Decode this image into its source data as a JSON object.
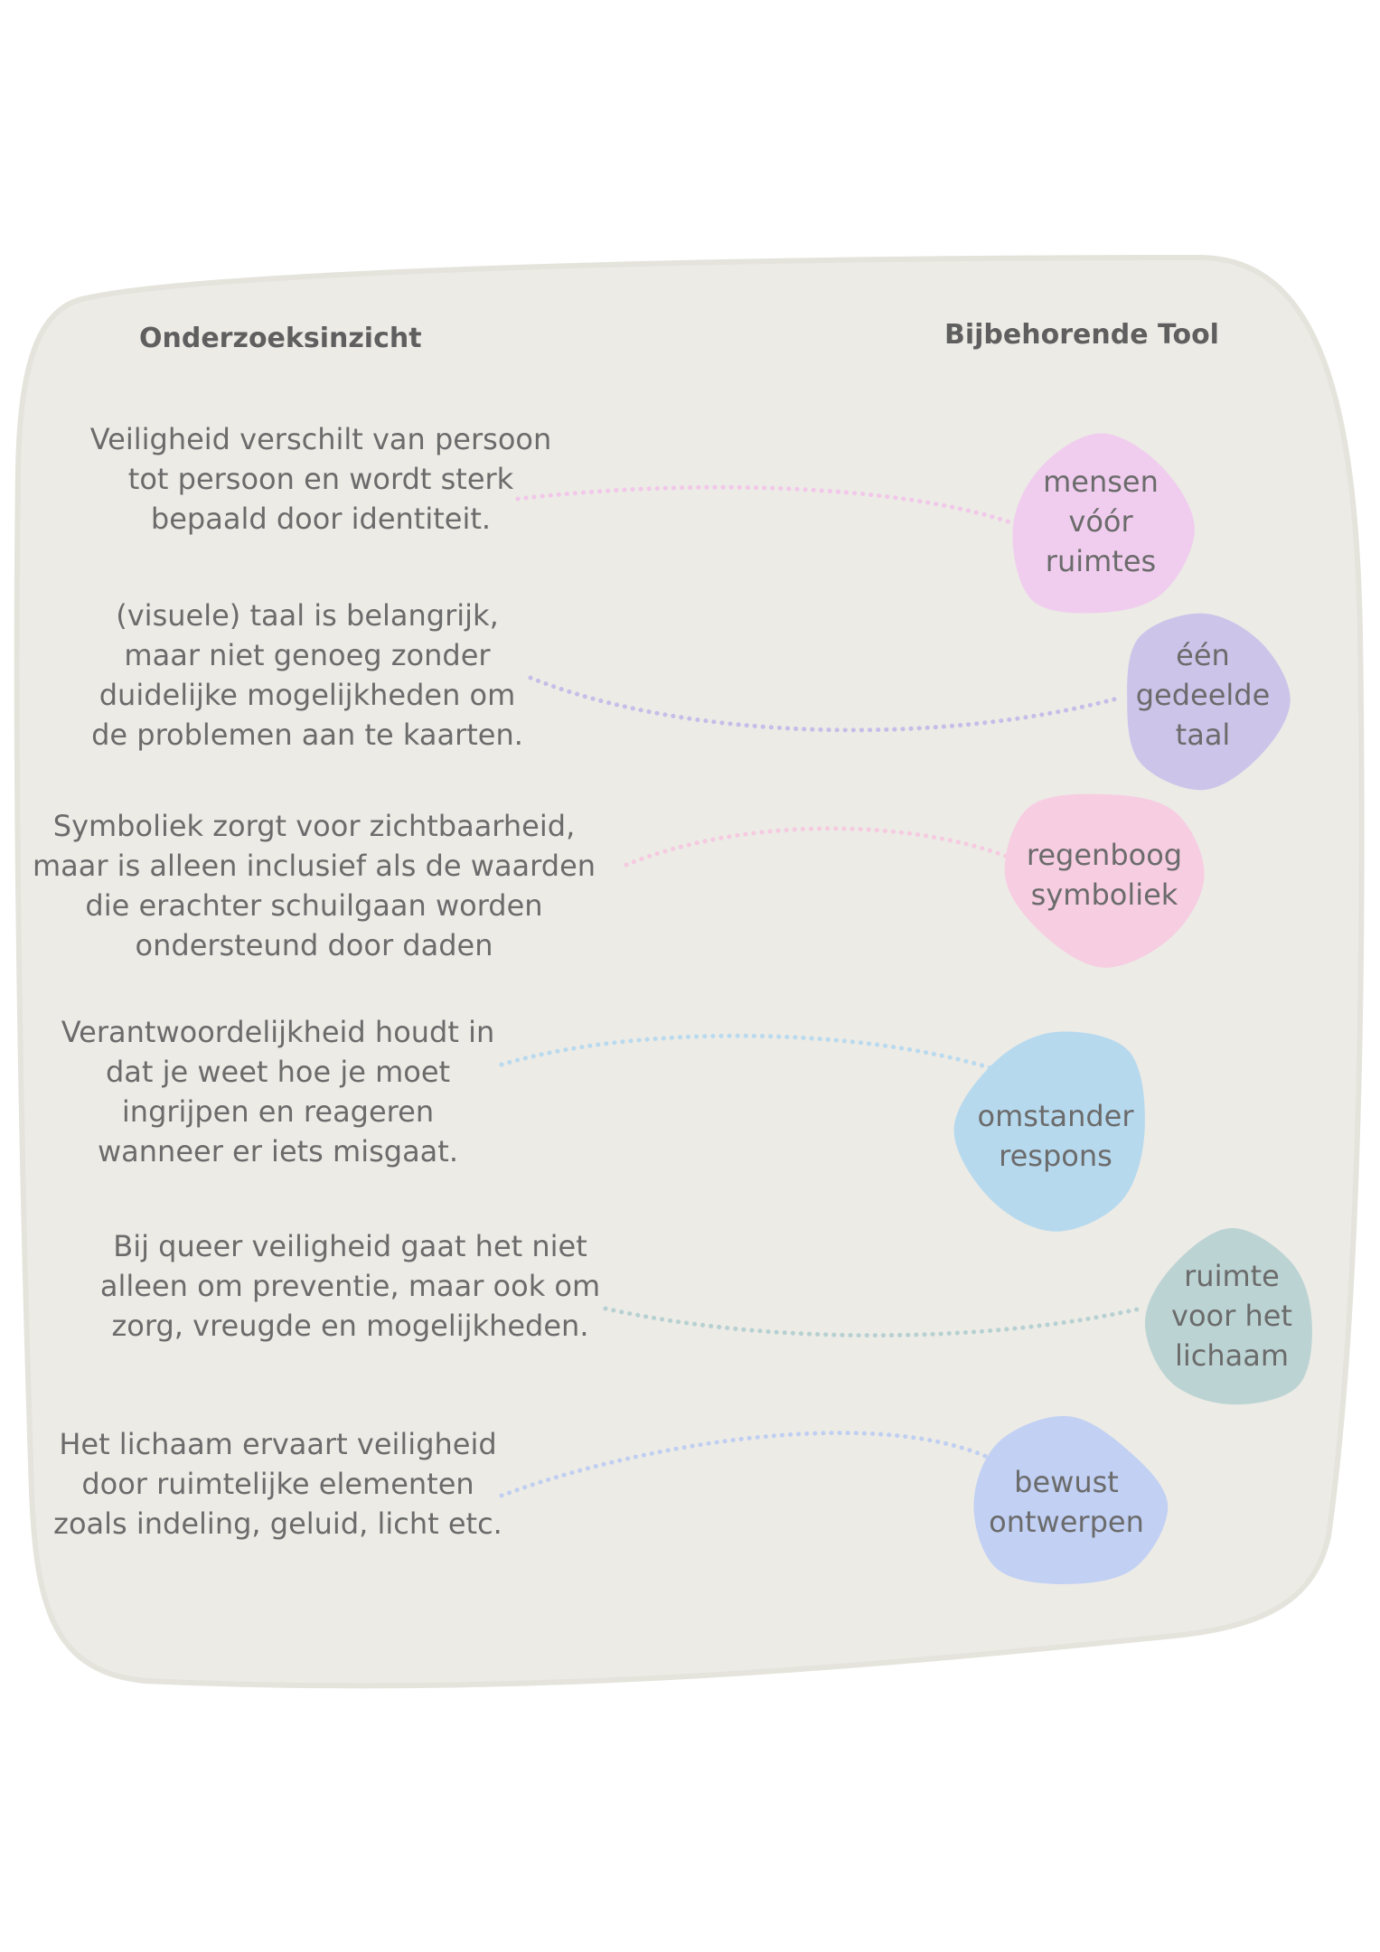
{
  "headings": {
    "insight": "Onderzoeksinzicht",
    "tool": "Bijbehorende Tool"
  },
  "rows": [
    {
      "insight": [
        "Veiligheid verschilt van persoon",
        "tot persoon en wordt sterk",
        "bepaald door  identiteit."
      ],
      "tool": [
        "mensen",
        "vóór",
        "ruimtes"
      ],
      "color": "#f0cdee",
      "connector_color": "#f2c7ea"
    },
    {
      "insight": [
        "(visuele) taal is belangrijk,",
        "maar niet genoeg zonder",
        "duidelijke mogelijkheden om",
        "de problemen aan te kaarten."
      ],
      "tool": [
        "één",
        "gedeelde",
        "taal"
      ],
      "color": "#cdc4ea",
      "connector_color": "#c8bce8"
    },
    {
      "insight": [
        "Symboliek zorgt voor zichtbaarheid,",
        "maar is alleen inclusief als de waarden",
        "die erachter schuilgaan worden",
        "ondersteund door daden"
      ],
      "tool": [
        "regenboog",
        "symboliek"
      ],
      "color": "#f7cde2",
      "connector_color": "#f6cae0"
    },
    {
      "insight": [
        "Verantwoordelijkheid houdt in",
        "dat je weet hoe je moet",
        "ingrijpen en reageren",
        "wanneer er iets misgaat."
      ],
      "tool": [
        "omstander",
        "respons"
      ],
      "color": "#b7d9ee",
      "connector_color": "#b9daee"
    },
    {
      "insight": [
        "Bij queer veiligheid gaat het niet",
        "alleen om preventie, maar ook om",
        "zorg, vreugde en mogelijkheden."
      ],
      "tool": [
        "ruimte",
        "voor het",
        "lichaam"
      ],
      "color": "#bcd3d4",
      "connector_color": "#b7d0d2"
    },
    {
      "insight": [
        "Het lichaam ervaart veiligheid",
        "door ruimtelijke elementen",
        "zoals indeling, geluid, licht etc."
      ],
      "tool": [
        "bewust",
        "ontwerpen"
      ],
      "color": "#c1d0f3",
      "connector_color": "#c0cff1"
    }
  ],
  "colors": {
    "panel": "#ecebe6",
    "text": "#6b6b6b",
    "heading": "#5f5f5f"
  }
}
